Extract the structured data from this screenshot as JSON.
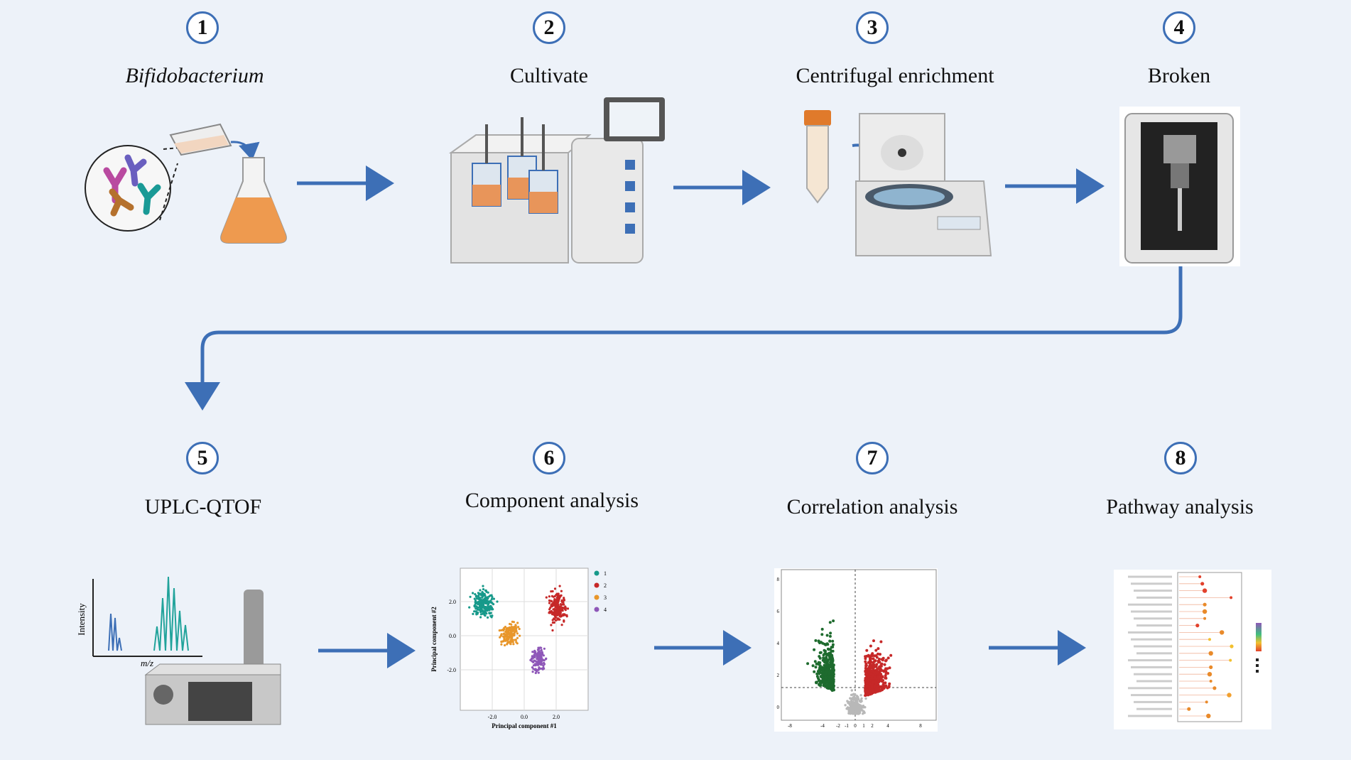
{
  "steps": [
    {
      "number": "1",
      "label": "Bifidobacterium"
    },
    {
      "number": "2",
      "label": "Cultivate"
    },
    {
      "number": "3",
      "label": "Centrifugal enrichment"
    },
    {
      "number": "4",
      "label": "Broken"
    },
    {
      "number": "5",
      "label": "UPLC-QTOF"
    },
    {
      "number": "6",
      "label": "Component analysis"
    },
    {
      "number": "7",
      "label": "Correlation analysis"
    },
    {
      "number": "8",
      "label": "Pathway analysis"
    }
  ],
  "spectrum": {
    "ylabel": "Intensity",
    "xlabel": "m/z"
  },
  "pca": {
    "xlabel": "Principal component #1",
    "ylabel": "Principal component #2",
    "xticks": [
      "-2.0",
      "0.0",
      "2.0"
    ],
    "yticks": [
      "2.0",
      "0.0",
      "-2.0"
    ],
    "legend": [
      "1",
      "2",
      "3",
      "4"
    ],
    "colors": [
      "#17998a",
      "#c62828",
      "#e8962a",
      "#8e57b8"
    ]
  },
  "volcano": {
    "xticks": [
      "-8",
      "-4",
      "-2",
      "-1",
      "0",
      "1",
      "2",
      "4",
      "8"
    ],
    "yticks": [
      "8",
      "6",
      "4",
      "2",
      "0"
    ],
    "colors": {
      "down": "#1e6b2e",
      "up": "#c62828",
      "ns": "#b8b8b8"
    }
  },
  "theme": {
    "accent": "#3d6fb6",
    "background": "#edf2f9"
  }
}
